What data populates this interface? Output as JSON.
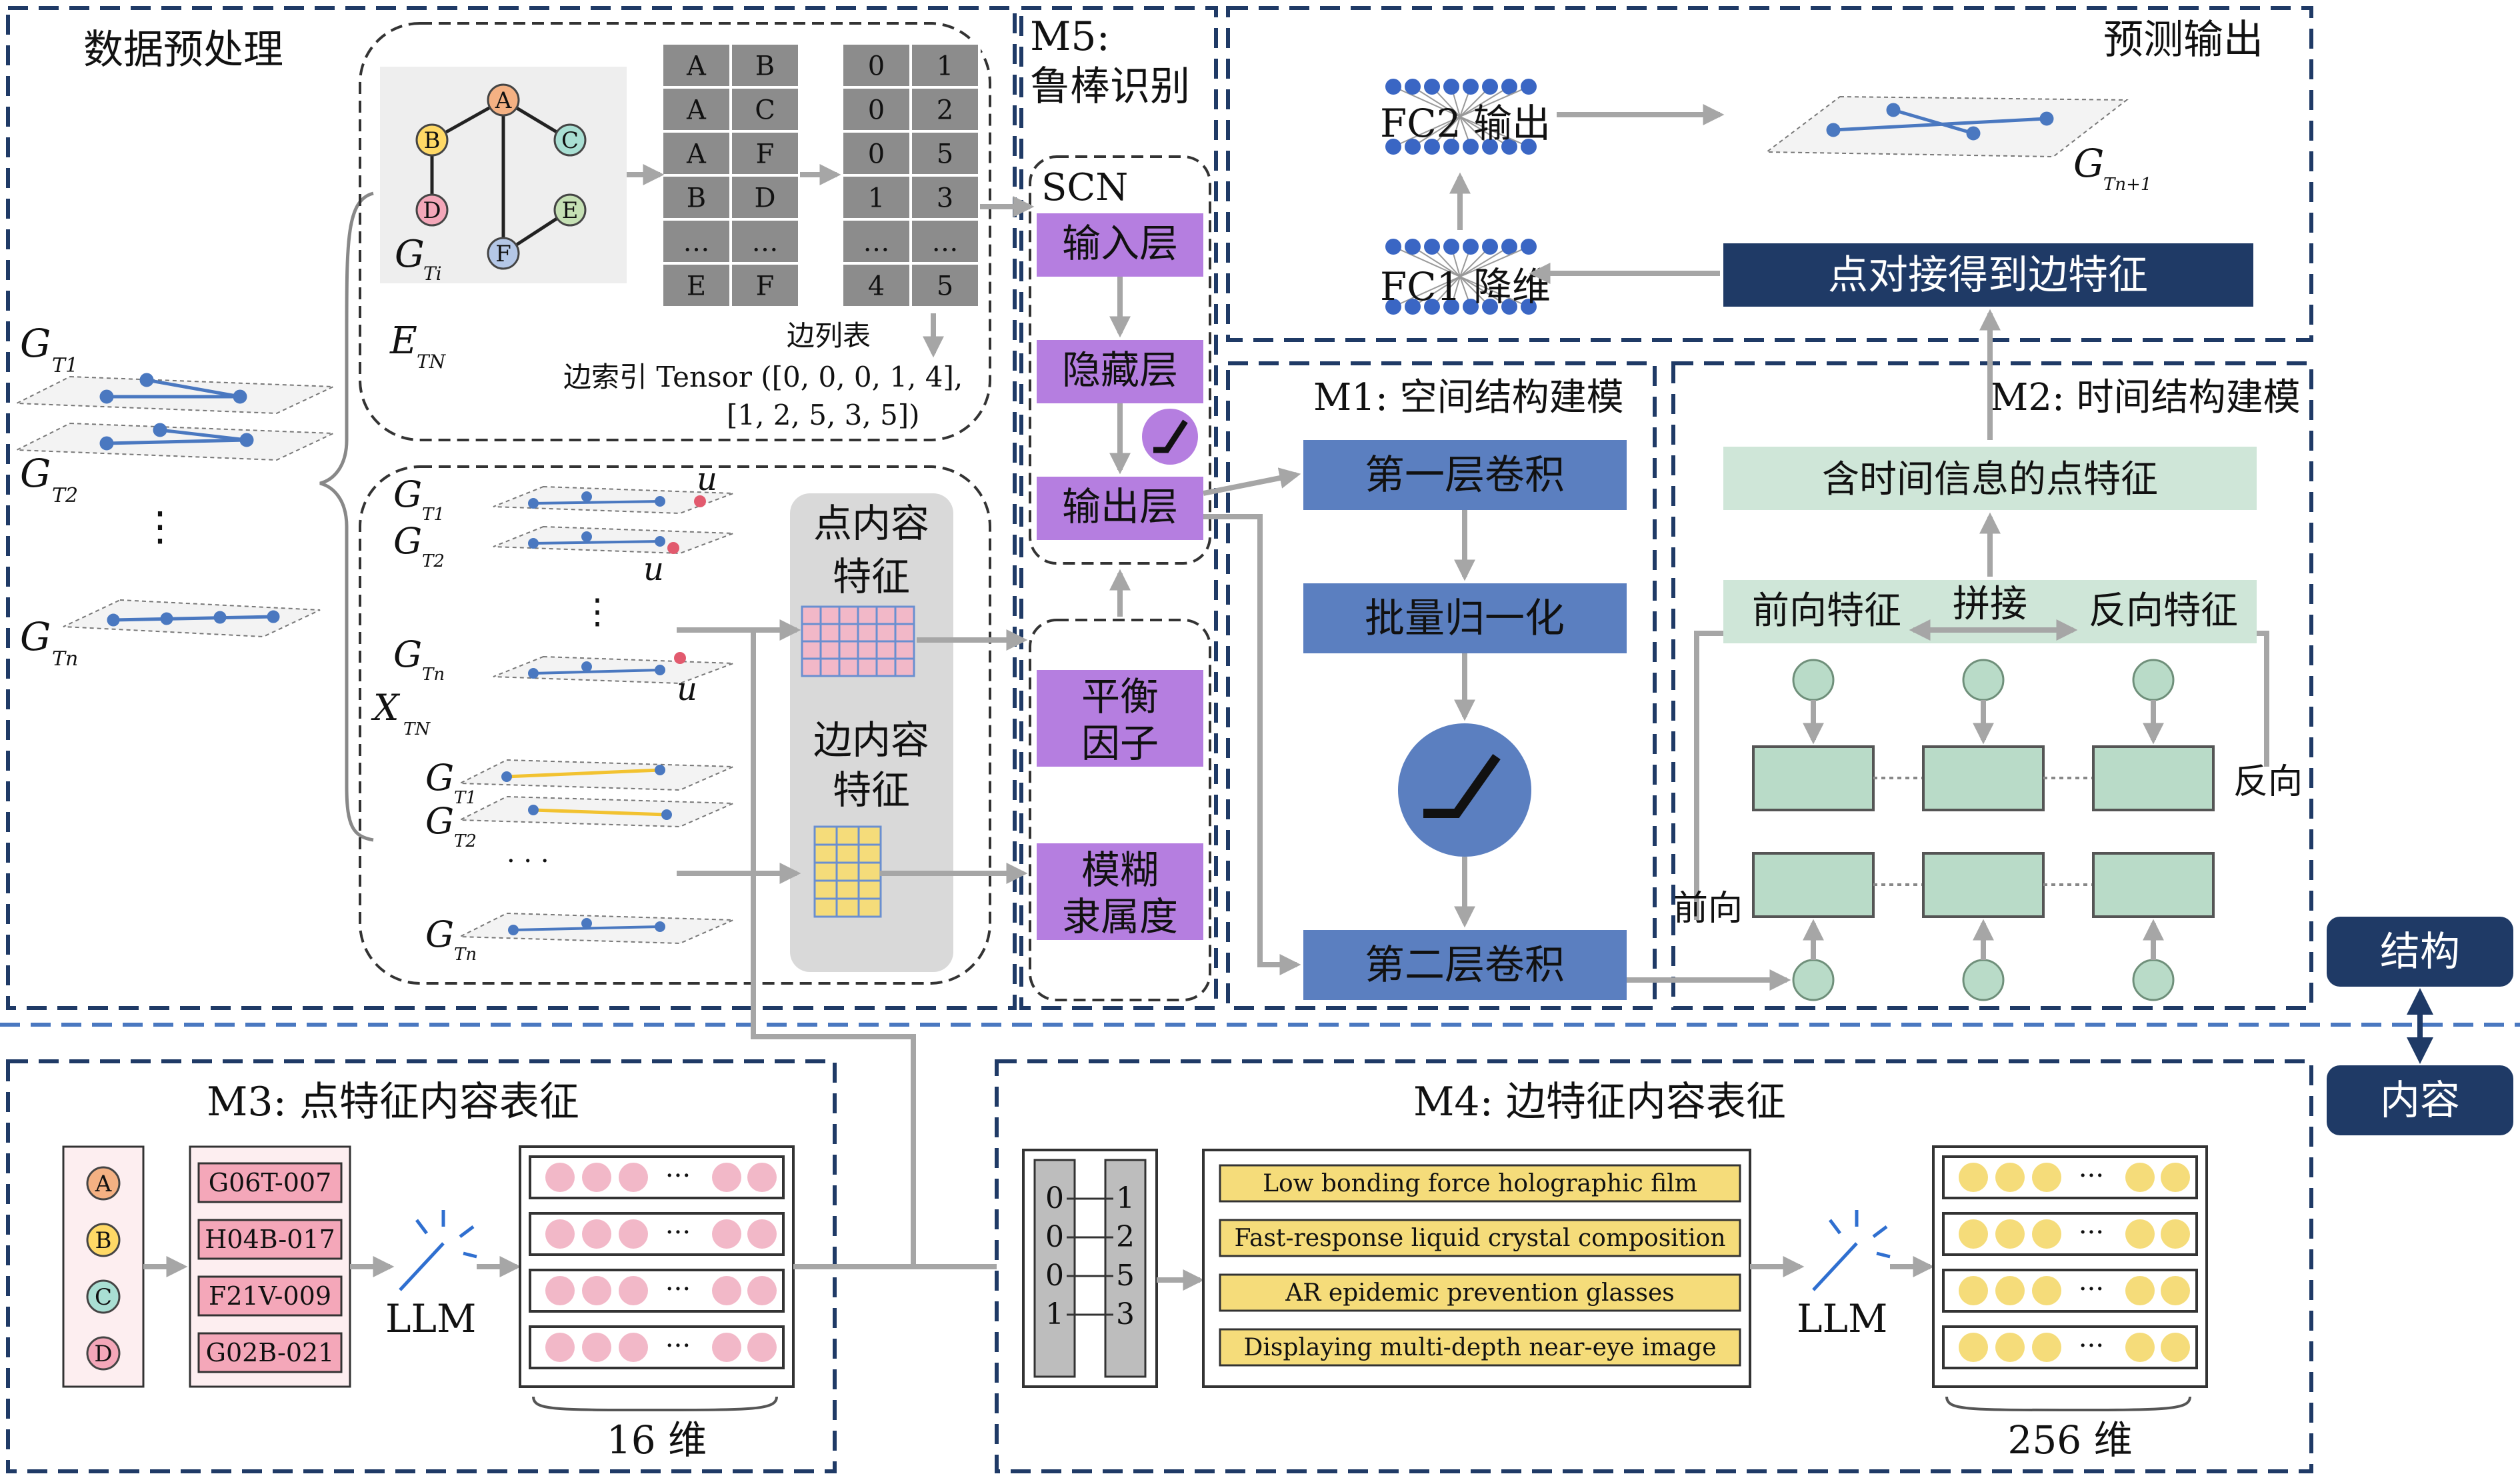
{
  "panels": {
    "preprocess": "数据预处理",
    "m5": "M5:",
    "m5_sub": "鲁棒识别",
    "predict": "预测输出",
    "m1": "M1: 空间结构建模",
    "m2": "M2: 时间结构建模",
    "m3": "M3: 点特征内容表征",
    "m4": "M4: 边特征内容表征"
  },
  "graph": {
    "nodes": [
      "A",
      "B",
      "C",
      "D",
      "E",
      "F"
    ],
    "colors": {
      "A": "#f4b183",
      "B": "#ffd966",
      "C": "#a9dfd3",
      "D": "#f4a7b9",
      "E": "#c5e0b4",
      "F": "#b4c7e7"
    }
  },
  "edge_list": {
    "rows": [
      [
        "A",
        "B"
      ],
      [
        "A",
        "C"
      ],
      [
        "A",
        "F"
      ],
      [
        "B",
        "D"
      ],
      [
        "…",
        "…"
      ],
      [
        "E",
        "F"
      ]
    ],
    "index_rows": [
      [
        "0",
        "1"
      ],
      [
        "0",
        "2"
      ],
      [
        "0",
        "5"
      ],
      [
        "1",
        "3"
      ],
      [
        "…",
        "…"
      ],
      [
        "4",
        "5"
      ]
    ],
    "caption": "边列表",
    "tensor_line1": "边索引 Tensor ([0, 0, 0, 1, 4],",
    "tensor_line2": "[1, 2, 5, 3, 5])"
  },
  "labels": {
    "G": "G",
    "E": "E",
    "X": "X",
    "sub_Ti": "Ti",
    "sub_TN": "TN",
    "sub_T1": "T1",
    "sub_T2": "T2",
    "sub_Tn": "Tn",
    "sub_Tn1": "Tn+1",
    "u": "u",
    "dots": "⋮",
    "hdots": "· · ·"
  },
  "content_features": {
    "node": [
      "点内容",
      "特征"
    ],
    "edge": [
      "边内容",
      "特征"
    ]
  },
  "scn": {
    "title": "SCN",
    "input": "输入层",
    "hidden": "隐藏层",
    "output": "输出层",
    "balance": [
      "平衡",
      "因子"
    ],
    "fuzzy": [
      "模糊",
      "隶属度"
    ]
  },
  "m1": {
    "conv1": "第一层卷积",
    "bn": "批量归一化",
    "conv2": "第二层卷积"
  },
  "m2": {
    "temporal_feature": "含时间信息的点特征",
    "forward_feature": "前向特征",
    "concat": "拼接",
    "backward_feature": "反向特征",
    "forward": "前向",
    "backward": "反向"
  },
  "predict": {
    "fc2": "FC2 输出",
    "fc1": "FC1 降维",
    "edge_feature": "点对接得到边特征"
  },
  "side": {
    "structure": "结构",
    "content": "内容"
  },
  "m3": {
    "nodes": [
      "A",
      "B",
      "C",
      "D"
    ],
    "codes": [
      "G06T-007",
      "H04B-017",
      "F21V-009",
      "G02B-021"
    ],
    "llm": "LLM",
    "dim": "16 维",
    "ellipsis": "···"
  },
  "m4": {
    "index_left": [
      "0",
      "0",
      "0",
      "1"
    ],
    "index_right": [
      "1",
      "2",
      "5",
      "3"
    ],
    "texts": [
      "Low bonding force holographic film",
      "Fast-response liquid crystal composition",
      "AR epidemic prevention glasses",
      "Displaying multi-depth near-eye image"
    ],
    "llm": "LLM",
    "dim": "256 维",
    "ellipsis": "···"
  },
  "colors": {
    "purple": "#b57ee0",
    "blue_box": "#5b7fc0",
    "dark_blue": "#1f3a66",
    "green_box": "#cfe6d8",
    "lstm_box": "#b9dbc8",
    "pink": "#f2b8c8",
    "yellow": "#f5dc7a",
    "gray_panel": "#d9d9d9"
  }
}
